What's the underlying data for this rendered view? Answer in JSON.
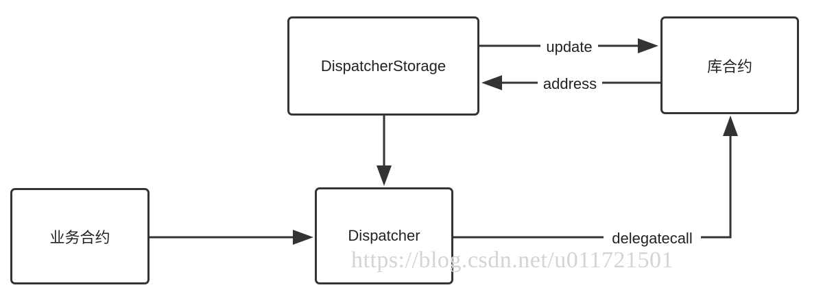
{
  "nodes": {
    "dispatcher_storage": "DispatcherStorage",
    "library_contract": "库合约",
    "business_contract": "业务合约",
    "dispatcher": "Dispatcher"
  },
  "edges": {
    "update": "update",
    "address": "address",
    "delegatecall": "delegatecall"
  },
  "watermark": "https://blog.csdn.net/u011721501",
  "colors": {
    "stroke": "#333333",
    "text": "#222222",
    "watermark": "#d4d4d4"
  }
}
